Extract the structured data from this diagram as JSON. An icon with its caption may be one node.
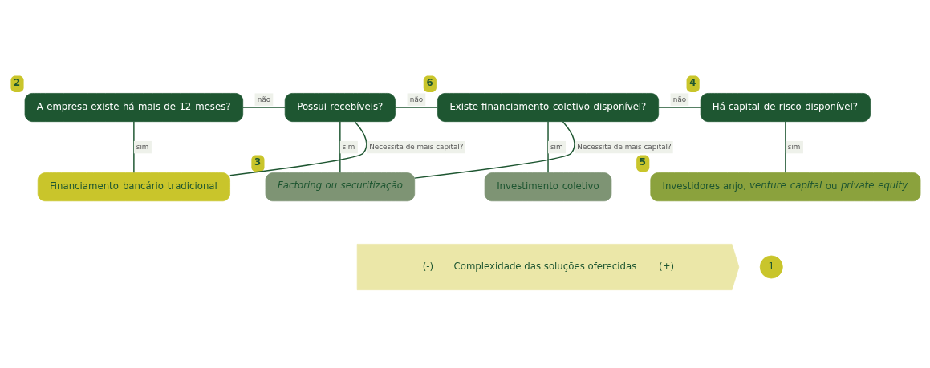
{
  "diagram": {
    "nodes": [
      {
        "text": [
          "A empresa existe há mais de 12 meses?"
        ],
        "beside": [
          "2"
        ]
      },
      {
        "text": [
          "Possui recebíveis?"
        ]
      },
      {
        "text": [
          "Existe financiamento coletivo disponível?"
        ],
        "beside": [
          "6"
        ]
      },
      {
        "text": [
          "Há capital de risco disponível?"
        ],
        "beside": [
          "4"
        ]
      },
      {
        "text": [
          "Financiamento bancário tradicional"
        ]
      },
      {
        "text": [
          "Factoring ou securitização"
        ],
        "beside": [
          "3"
        ]
      },
      {
        "text": [
          "Investimento coletivo"
        ]
      },
      {
        "text": [
          "Investidores anjo, *venture capital* ou *private equity*"
        ],
        "beside": [
          "5"
        ]
      },
      {
        "text": [
          "(-)",
          "Complexidade das soluções oferecidas",
          "(+)"
        ],
        "beside": [
          "1"
        ]
      }
    ],
    "edges": [
      {
        "from": 0,
        "to": 1,
        "arrow": "none",
        "label": "não"
      },
      {
        "from": 1,
        "to": 2,
        "arrow": "none",
        "label": "não"
      },
      {
        "from": 2,
        "to": 3,
        "arrow": "none",
        "label": "não"
      },
      {
        "from": 0,
        "to": 4,
        "arrow": "none",
        "label": "sim"
      },
      {
        "from": 1,
        "to": 5,
        "arrow": "none",
        "label": "sim"
      },
      {
        "from": 2,
        "to": 6,
        "arrow": "none",
        "label": "sim"
      },
      {
        "from": 3,
        "to": 7,
        "arrow": "none",
        "label": "sim"
      },
      {
        "from": 4,
        "to": 1,
        "arrow": "none",
        "label": "Necessita de mais capital?"
      },
      {
        "from": 5,
        "to": 2,
        "arrow": "none",
        "label": "Necessita de mais capital?"
      }
    ]
  }
}
